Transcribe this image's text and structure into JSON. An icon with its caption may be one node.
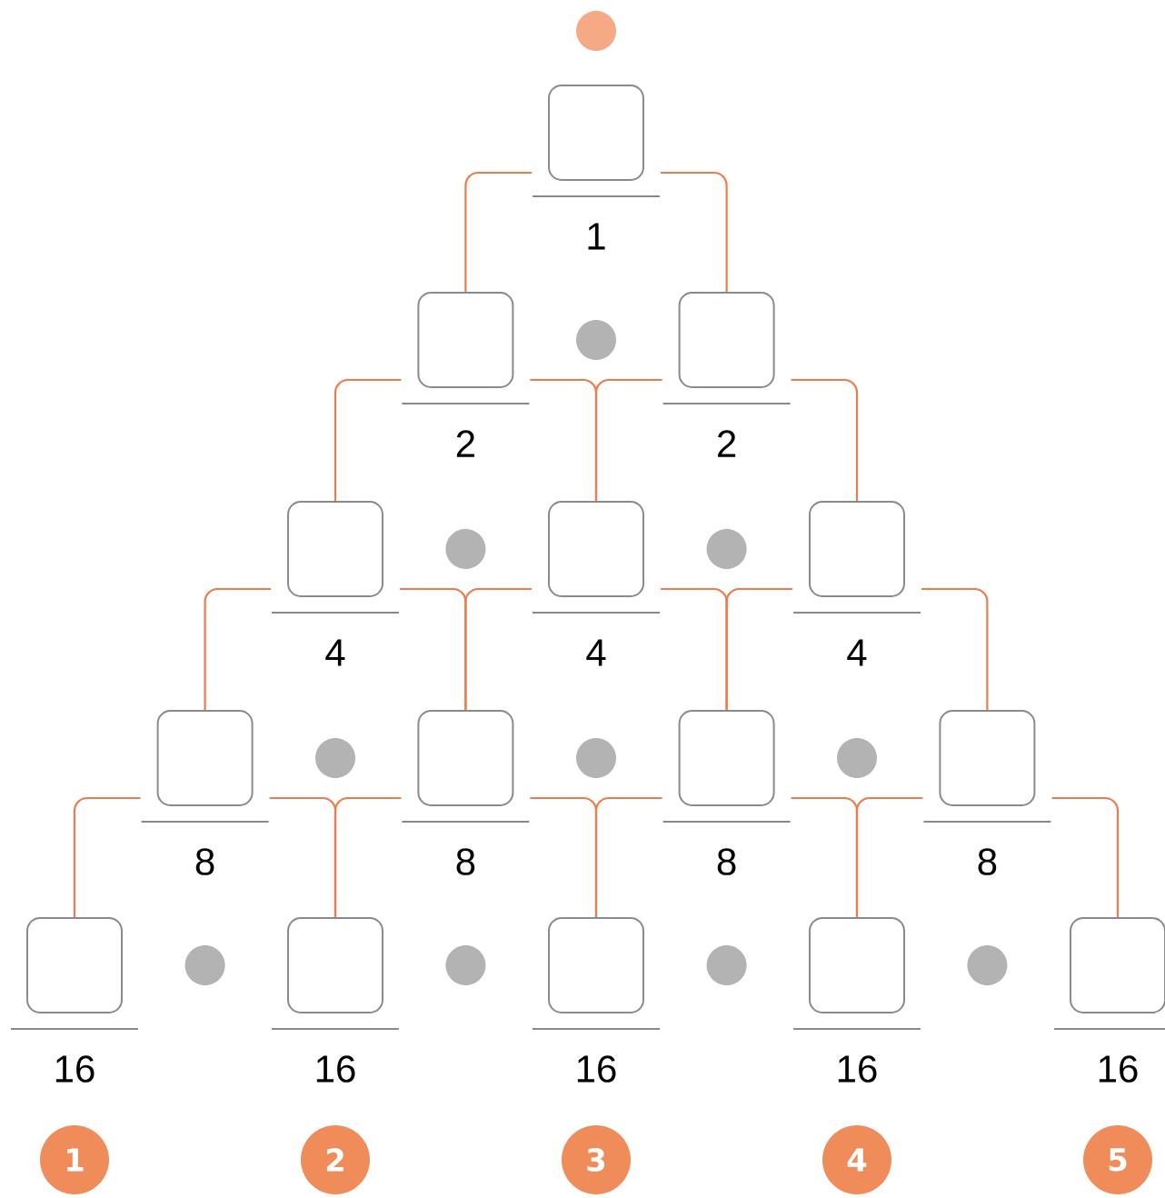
{
  "diagram": {
    "nodes": [
      {
        "text": [],
        "shape": "box",
        "beside": [
          "1"
        ]
      },
      {
        "text": [],
        "shape": "box",
        "beside": [
          "2"
        ]
      },
      {
        "text": [],
        "shape": "box",
        "beside": [
          "2"
        ]
      },
      {
        "text": [],
        "shape": "box",
        "beside": [
          "4"
        ]
      },
      {
        "text": [],
        "shape": "box",
        "beside": [
          "4"
        ]
      },
      {
        "text": [],
        "shape": "box",
        "beside": [
          "4"
        ]
      },
      {
        "text": [],
        "shape": "box",
        "beside": [
          "8"
        ]
      },
      {
        "text": [],
        "shape": "box",
        "beside": [
          "8"
        ]
      },
      {
        "text": [],
        "shape": "box",
        "beside": [
          "8"
        ]
      },
      {
        "text": [],
        "shape": "box",
        "beside": [
          "8"
        ]
      },
      {
        "text": [],
        "shape": "box",
        "beside": [
          "16"
        ]
      },
      {
        "text": [],
        "shape": "box",
        "beside": [
          "16"
        ]
      },
      {
        "text": [],
        "shape": "box",
        "beside": [
          "16"
        ]
      },
      {
        "text": [],
        "shape": "box",
        "beside": [
          "16"
        ]
      },
      {
        "text": [],
        "shape": "box",
        "beside": [
          "16"
        ]
      },
      {
        "text": [
          "1"
        ]
      },
      {
        "text": [
          "2"
        ]
      },
      {
        "text": [
          "3"
        ]
      },
      {
        "text": [
          "4"
        ]
      },
      {
        "text": [
          "5"
        ]
      }
    ],
    "edges": [
      {
        "from": 0,
        "to": 1,
        "arrow": "none"
      },
      {
        "from": 0,
        "to": 2,
        "arrow": "none"
      },
      {
        "from": 1,
        "to": 3,
        "arrow": "none"
      },
      {
        "from": 1,
        "to": 4,
        "arrow": "none"
      },
      {
        "from": 2,
        "to": 4,
        "arrow": "none"
      },
      {
        "from": 2,
        "to": 5,
        "arrow": "none"
      },
      {
        "from": 3,
        "to": 6,
        "arrow": "none"
      },
      {
        "from": 3,
        "to": 7,
        "arrow": "none"
      },
      {
        "from": 4,
        "to": 7,
        "arrow": "none"
      },
      {
        "from": 4,
        "to": 8,
        "arrow": "none"
      },
      {
        "from": 5,
        "to": 8,
        "arrow": "none"
      },
      {
        "from": 5,
        "to": 9,
        "arrow": "none"
      },
      {
        "from": 6,
        "to": 10,
        "arrow": "none"
      },
      {
        "from": 6,
        "to": 11,
        "arrow": "none"
      },
      {
        "from": 7,
        "to": 11,
        "arrow": "none"
      },
      {
        "from": 7,
        "to": 12,
        "arrow": "none"
      },
      {
        "from": 8,
        "to": 12,
        "arrow": "none"
      },
      {
        "from": 8,
        "to": 13,
        "arrow": "none"
      },
      {
        "from": 9,
        "to": 13,
        "arrow": "none"
      },
      {
        "from": 9,
        "to": 14,
        "arrow": "none"
      }
    ]
  }
}
